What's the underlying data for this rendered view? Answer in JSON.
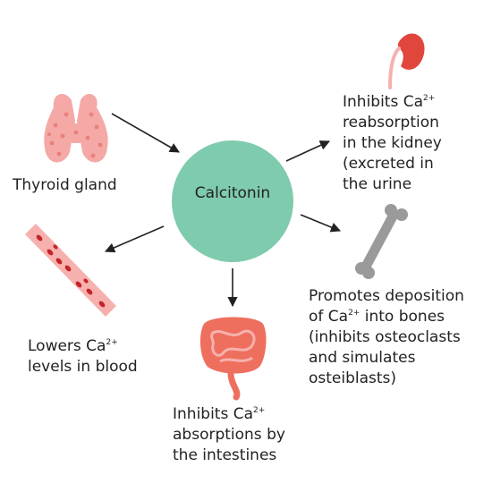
{
  "center": {
    "label": "Calcitonin",
    "color": "#7fcbad"
  },
  "colors": {
    "arrow": "#222222",
    "thyroid": "#f4a9a6",
    "kidney": "#e0463c",
    "blood_vessel": "#f6b1ae",
    "blood_cell": "#c4232a",
    "bone": "#9a9a9a",
    "intestine": "#ef6f5f"
  },
  "nodes": {
    "thyroid": {
      "label": "Thyroid gland",
      "icon": "thyroid-gland-icon"
    },
    "kidney": {
      "icon": "kidney-icon",
      "lines": [
        {
          "pre": "Inhibits Ca",
          "sup": "2+"
        },
        {
          "pre": "reabsorption"
        },
        {
          "pre": "in the kidney"
        },
        {
          "pre": "(excreted in"
        },
        {
          "pre": "the urine"
        }
      ]
    },
    "blood": {
      "icon": "blood-vessel-icon",
      "lines": [
        {
          "pre": "Lowers Ca",
          "sup": "2+"
        },
        {
          "pre": "levels in blood"
        }
      ]
    },
    "bone": {
      "icon": "bone-icon",
      "lines": [
        {
          "pre": "Promotes deposition"
        },
        {
          "pre": "of Ca",
          "sup": "2+",
          "post": " into bones"
        },
        {
          "pre": "(inhibits osteoclasts"
        },
        {
          "pre": "and simulates"
        },
        {
          "pre": "osteiblasts)"
        }
      ]
    },
    "intestine": {
      "icon": "intestine-icon",
      "lines": [
        {
          "pre": "Inhibits Ca",
          "sup": "2+"
        },
        {
          "pre": "absorptions by"
        },
        {
          "pre": "the intestines"
        }
      ]
    }
  }
}
